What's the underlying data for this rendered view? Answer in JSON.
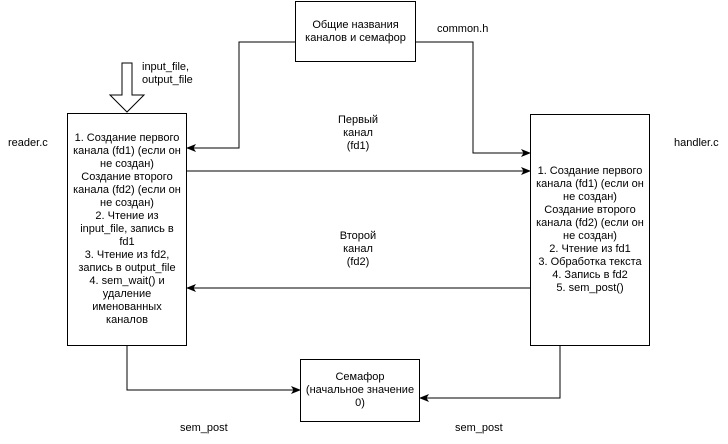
{
  "common_box": "Общие названия\nканалов и семафор",
  "common_file": "common.h",
  "input_label": "input_file,\noutput_file",
  "reader_label": "reader.c",
  "handler_label": "handler.c",
  "reader_box": "1. Создание первого\nканала (fd1) (если он\nне создан)\nСоздание второго\nканала (fd2) (если он\nне создан)\n2. Чтение из\ninput_file, запись в\nfd1\n3. Чтение из fd2,\nзапись в output_file\n4. sem_wait() и\nудаление\nименованных\nканалов",
  "handler_box": "1. Создание первого\nканала (fd1) (если он\nне создан)\nСоздание второго\nканала (fd2) (если он\nне создан)\n2. Чтение из fd1\n3. Обработка текста\n4. Запись в fd2\n5. sem_post()",
  "channel1_label": "Первый\nканал\n(fd1)",
  "channel2_label": "Второй\nканал\n(fd2)",
  "semaphore_box": "Семафор\n(начальное значение\n0)",
  "sem_post_left": "sem_post",
  "sem_post_right": "sem_post",
  "colors": {
    "line": "#000000",
    "box_fill": "#ffffff"
  }
}
